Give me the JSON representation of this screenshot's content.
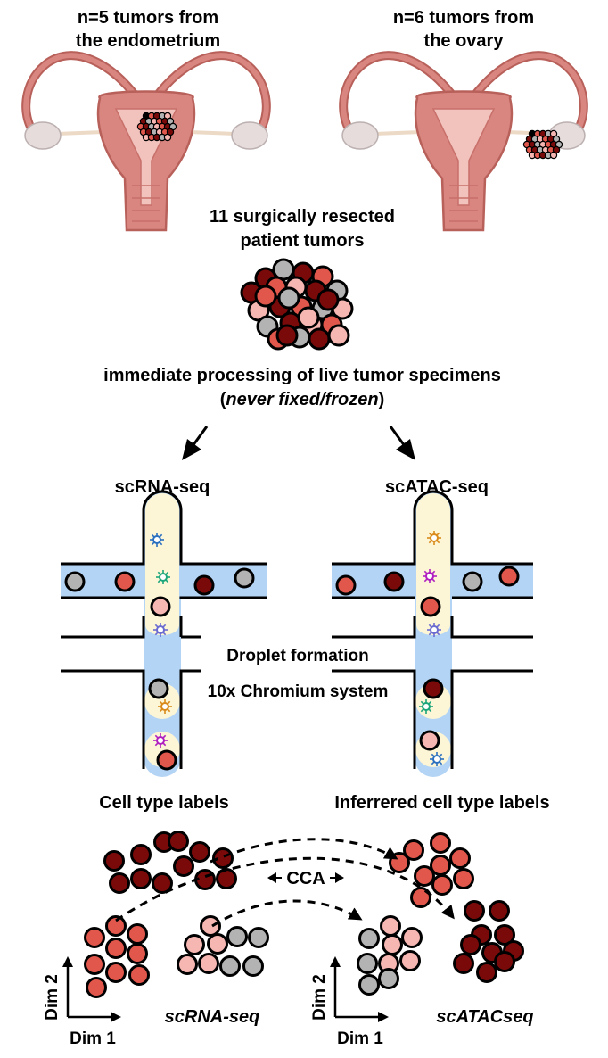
{
  "colors": {
    "dark_red": "#7a0a0a",
    "red": "#e2574c",
    "pink": "#f6b6b2",
    "gray": "#b3b3b3",
    "channel_blue": "#b4d4f5",
    "droplet_yellow": "#fcf6d7",
    "uterus": "#d98580",
    "ovary": "#e6dcdc"
  },
  "header": {
    "left_line1": "n=5 tumors from",
    "left_line2": "the endometrium",
    "right_line1": "n=6 tumors from",
    "right_line2": "the ovary"
  },
  "center": {
    "line1": "11 surgically resected",
    "line2": "patient tumors"
  },
  "processing": {
    "line1": "immediate processing of live tumor specimens",
    "paren_open": "(",
    "italic": "never fixed/frozen",
    "paren_close": ")"
  },
  "methods": {
    "left": "scRNA-seq",
    "right": "scATAC-seq"
  },
  "microfluidics": {
    "droplet_label": "Droplet formation",
    "system_label": "10x Chromium system"
  },
  "labels": {
    "left": "Cell type labels",
    "right": "Inferrered cell type labels"
  },
  "integration": {
    "cca": "CCA",
    "left_plot": "scRNA-seq",
    "right_plot": "scATACseq",
    "dim1": "Dim 1",
    "dim2": "Dim 2"
  },
  "icons": [
    "uterus-icon",
    "tumor-cluster-icon",
    "down-arrow-icon",
    "cell-icon",
    "nucleus-icon",
    "dashed-arrow-icon"
  ]
}
